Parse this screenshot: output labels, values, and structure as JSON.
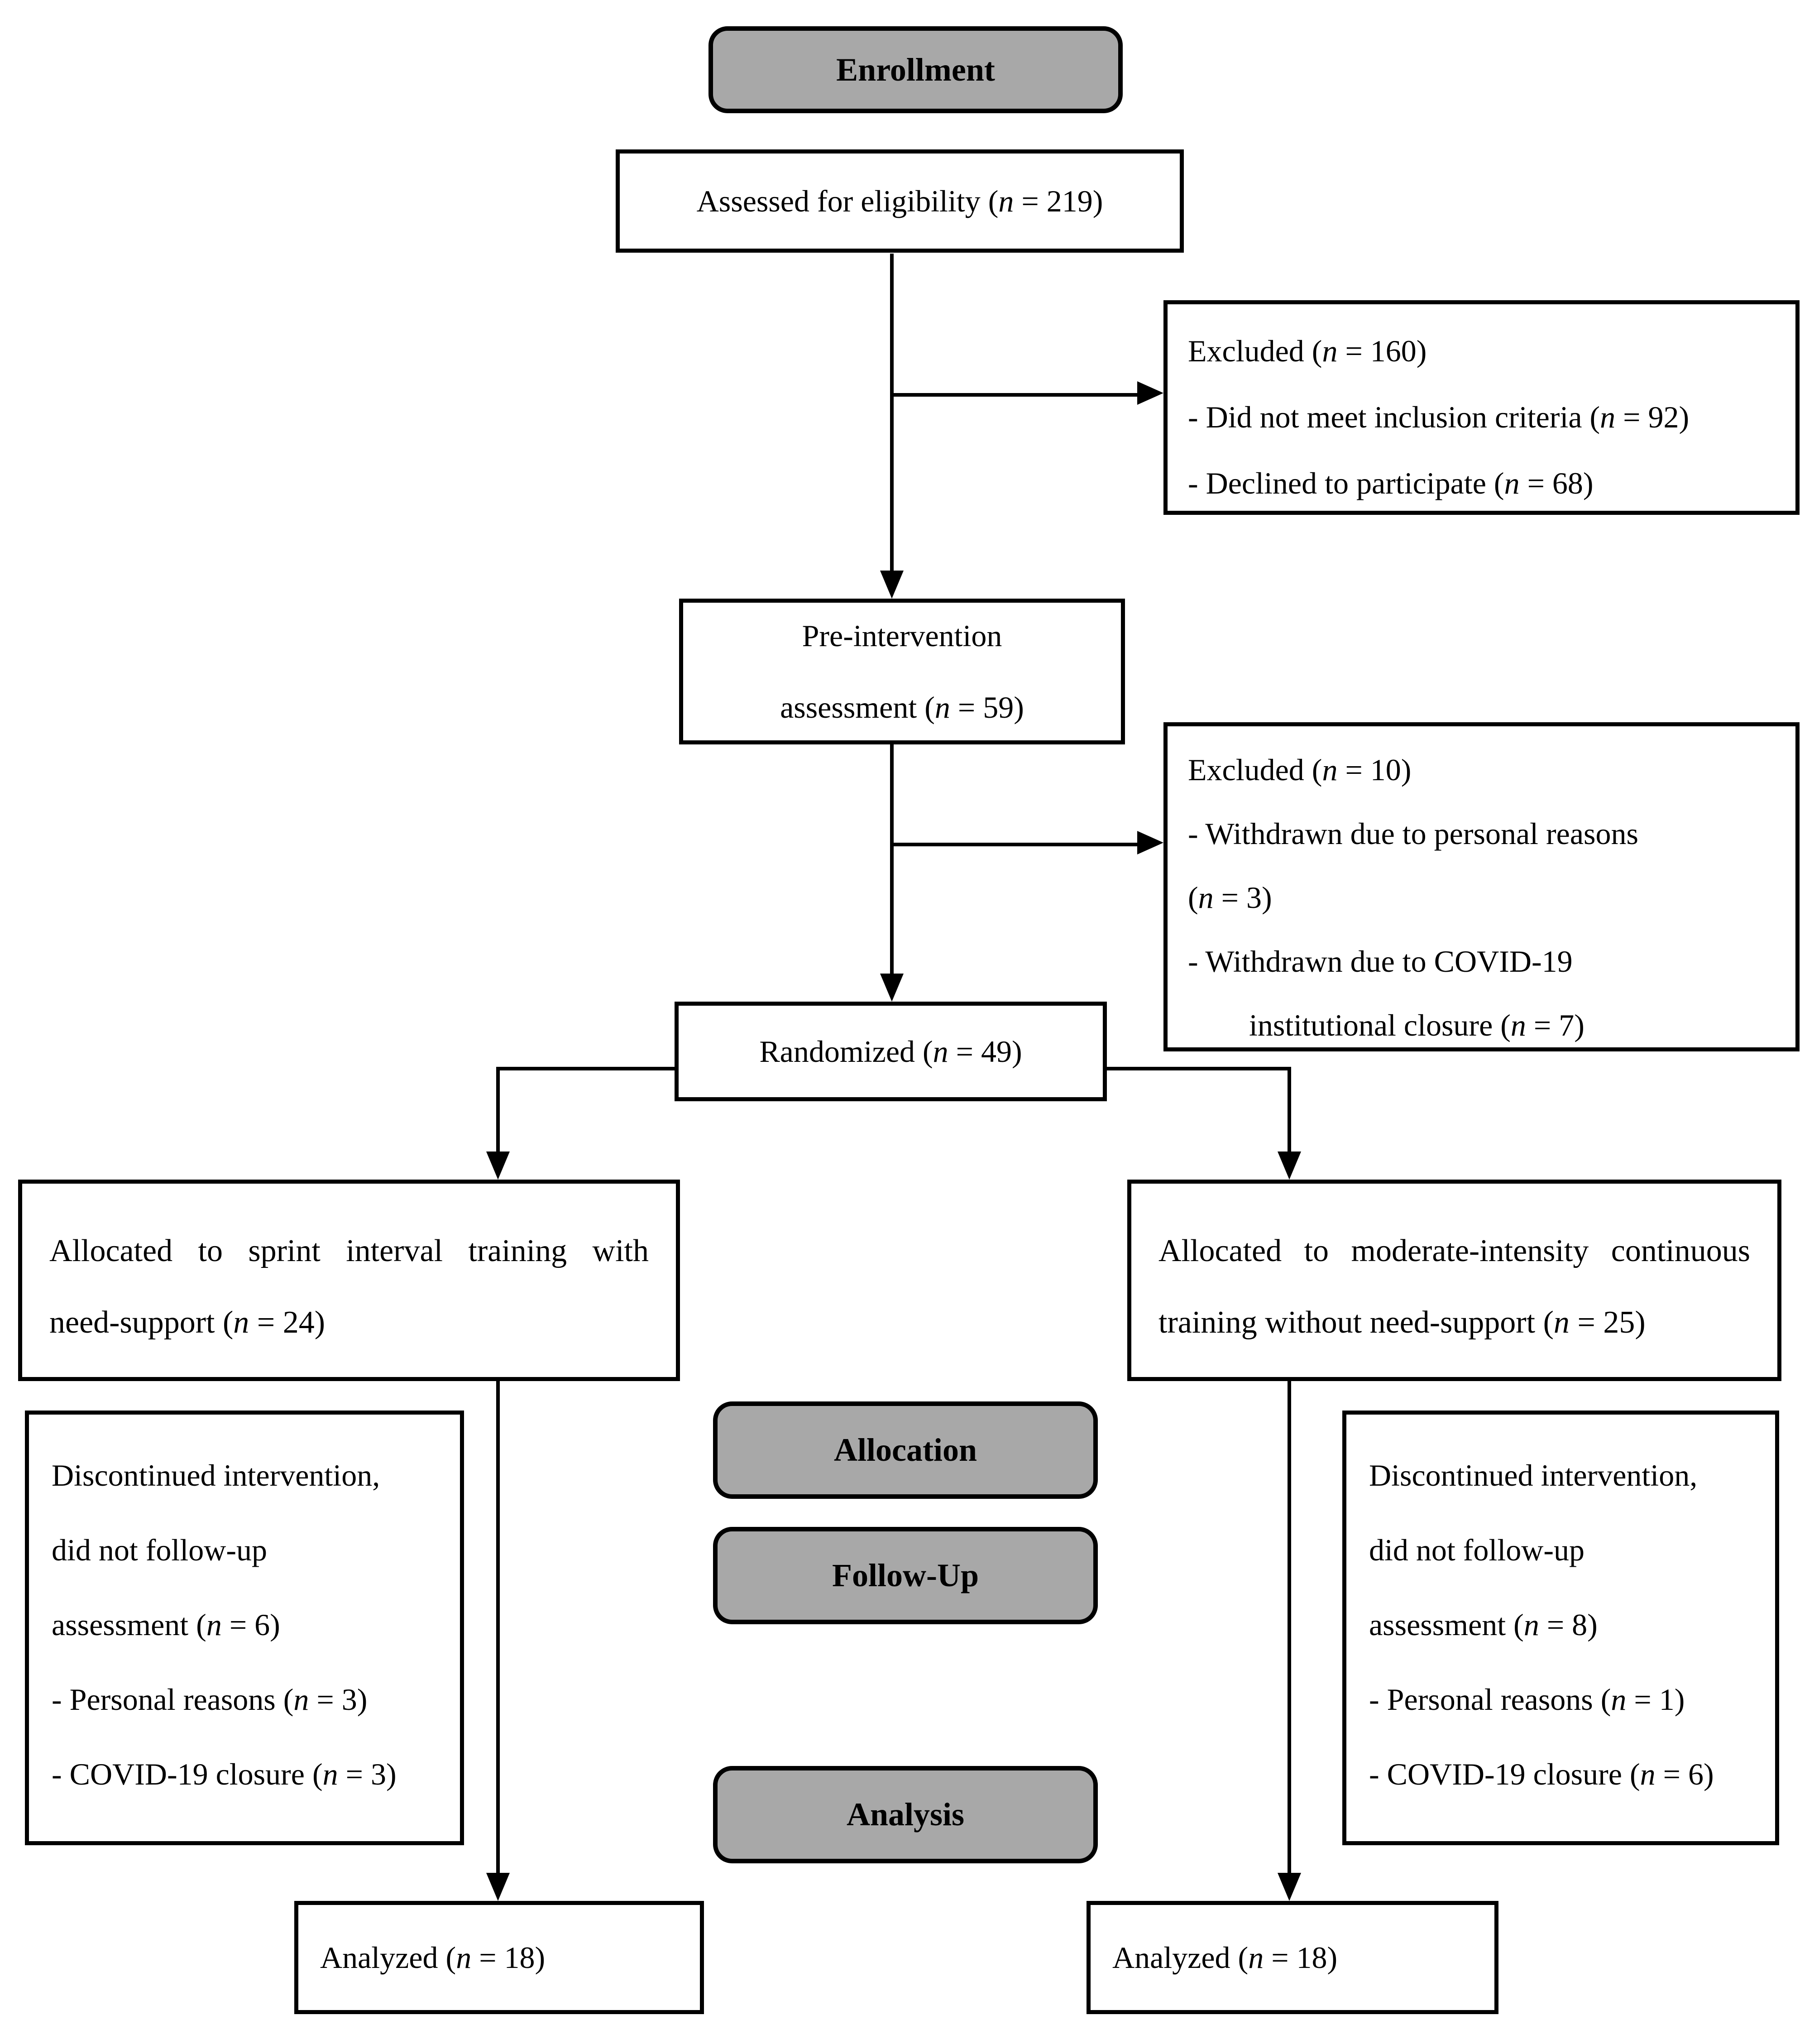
{
  "diagram": {
    "stage_labels": {
      "enrollment": "Enrollment",
      "allocation": "Allocation",
      "follow_up": "Follow-Up",
      "analysis": "Analysis"
    },
    "enrollment": {
      "assessed": "Assessed for eligibility (n = 219)",
      "excluded_first": [
        "Excluded (n = 160)",
        "- Did not meet inclusion criteria (n = 92)",
        "- Declined to participate (n = 68)"
      ],
      "preintervention": [
        "Pre-intervention",
        "assessment (n = 59)"
      ],
      "excluded_second": [
        "Excluded (n = 10)",
        "- Withdrawn due to personal reasons",
        "(n = 3)",
        "- Withdrawn due to COVID-19",
        "institutional closure (n = 7)"
      ],
      "randomized": "Randomized (n = 49)"
    },
    "allocation": {
      "left_group": [
        "Allocated to sprint interval training with",
        "need-support (n = 24)"
      ],
      "right_group": [
        "Allocated to moderate-intensity continuous",
        "training without need-support (n = 25)"
      ]
    },
    "follow_up": {
      "left_discontinued": [
        "Discontinued intervention,",
        "did not follow-up",
        "assessment (n = 6)",
        "- Personal reasons (n = 3)",
        "- COVID-19 closure (n = 3)"
      ],
      "right_discontinued": [
        "Discontinued intervention,",
        "did not follow-up",
        "assessment (n = 8)",
        "- Personal reasons (n = 1)",
        "- COVID-19 closure (n = 6)"
      ]
    },
    "analysis": {
      "left_analyzed": "Analyzed (n = 18)",
      "right_analyzed": "Analyzed (n = 18)"
    },
    "colors": {
      "stage_fill": "#a8a8a8",
      "line": "#000000",
      "box_background": "#ffffff"
    }
  }
}
